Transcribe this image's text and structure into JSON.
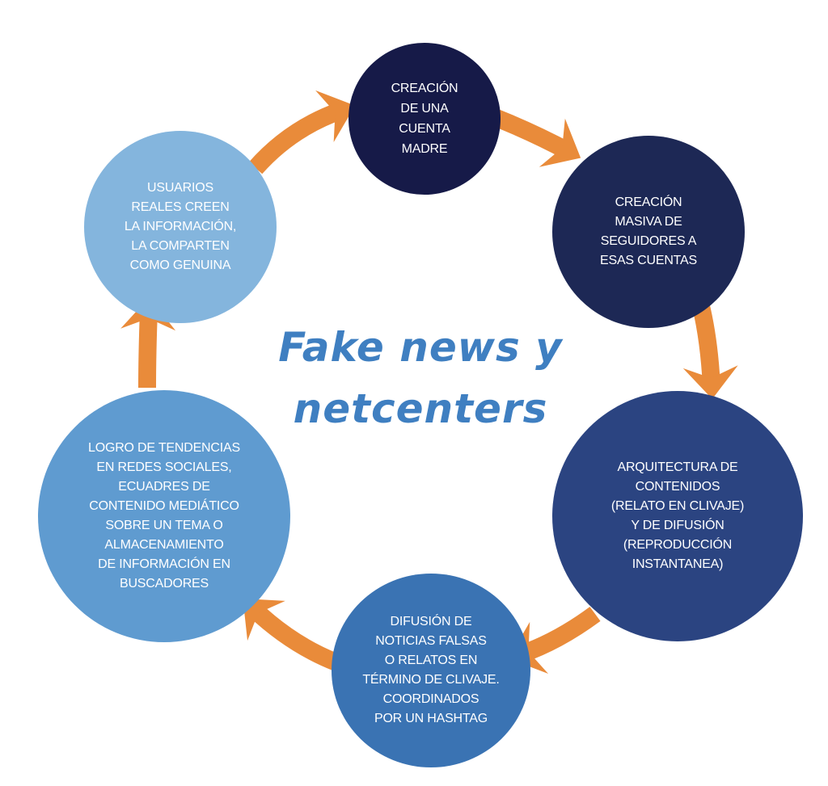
{
  "diagram": {
    "title": "Fake news y\nnetcenters",
    "colors": {
      "title": "#3f7fc1",
      "arrow": "#e98b3a",
      "node_darkest": "#161a48",
      "node_dark": "#1d2855",
      "node_navy": "#2b4481",
      "node_mid": "#3a73b3",
      "node_light": "#5f9bd0",
      "node_lightest": "#84b5dd"
    },
    "nodes": [
      {
        "id": "creacion-cuenta-madre",
        "text": "CREACIÓN\nDE UNA\nCUENTA\nMADRE"
      },
      {
        "id": "creacion-masiva-seguidores",
        "text": "CREACIÓN\nMASIVA DE\nSEGUIDORES  A\nESAS CUENTAS"
      },
      {
        "id": "arquitectura-contenidos",
        "text": "ARQUITECTURA DE\nCONTENIDOS\n(RELATO EN CLIVAJE)\nY DE DIFUSIÓN\n(REPRODUCCIÓN\nINSTANTANEA)"
      },
      {
        "id": "difusion-noticias-falsas",
        "text": "DIFUSIÓN DE\nNOTICIAS FALSAS\nO RELATOS EN\nTÉRMINO DE CLIVAJE.\nCOORDINADOS\nPOR UN HASHTAG"
      },
      {
        "id": "logro-tendencias",
        "text": "LOGRO DE TENDENCIAS\nEN REDES SOCIALES,\nECUADRES DE\nCONTENIDO MEDIÁTICO\nSOBRE UN TEMA O\nALMACENAMIENTO\nDE INFORMACIÓN EN\nBUSCADORES"
      },
      {
        "id": "usuarios-reales",
        "text": "USUARIOS\nREALES CREEN\nLA INFORMACIÓN,\nLA COMPARTEN\nCOMO GENUINA"
      }
    ]
  }
}
